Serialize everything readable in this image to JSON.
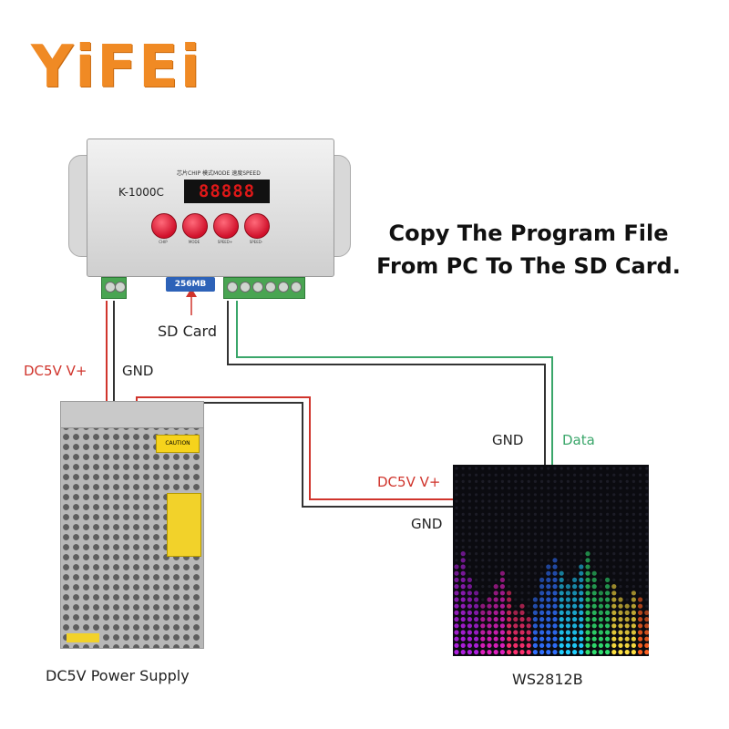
{
  "logo": {
    "text": "YiFEi",
    "color": "#f08a24"
  },
  "headline": {
    "line1": "Copy The Program File",
    "line2": "From PC To The SD Card."
  },
  "controller": {
    "model": "K-1000C",
    "top_label": "芯片CHIP 模式MODE 速度SPEED",
    "display": "88888",
    "buttons": [
      {
        "label": "CHIP",
        "color": "#d0102a"
      },
      {
        "label": "MODE",
        "color": "#d0102a"
      },
      {
        "label": "SPEED+",
        "color": "#d0102a"
      },
      {
        "label": "SPEED-",
        "color": "#d0102a"
      }
    ],
    "sd_card_text": "256MB"
  },
  "labels": {
    "sd_card": "SD Card",
    "psu_v_plus": "DC5V V+",
    "psu_gnd": "GND",
    "led_gnd_top": "GND",
    "led_data": "Data",
    "led_v_plus": "DC5V V+",
    "led_gnd_bottom": "GND",
    "psu_caption": "DC5V Power Supply",
    "led_caption": "WS2812B",
    "caution": "CAUTION"
  },
  "colors": {
    "wire_red": "#d0342c",
    "wire_dark": "#333333",
    "wire_green": "#3aa66a"
  }
}
